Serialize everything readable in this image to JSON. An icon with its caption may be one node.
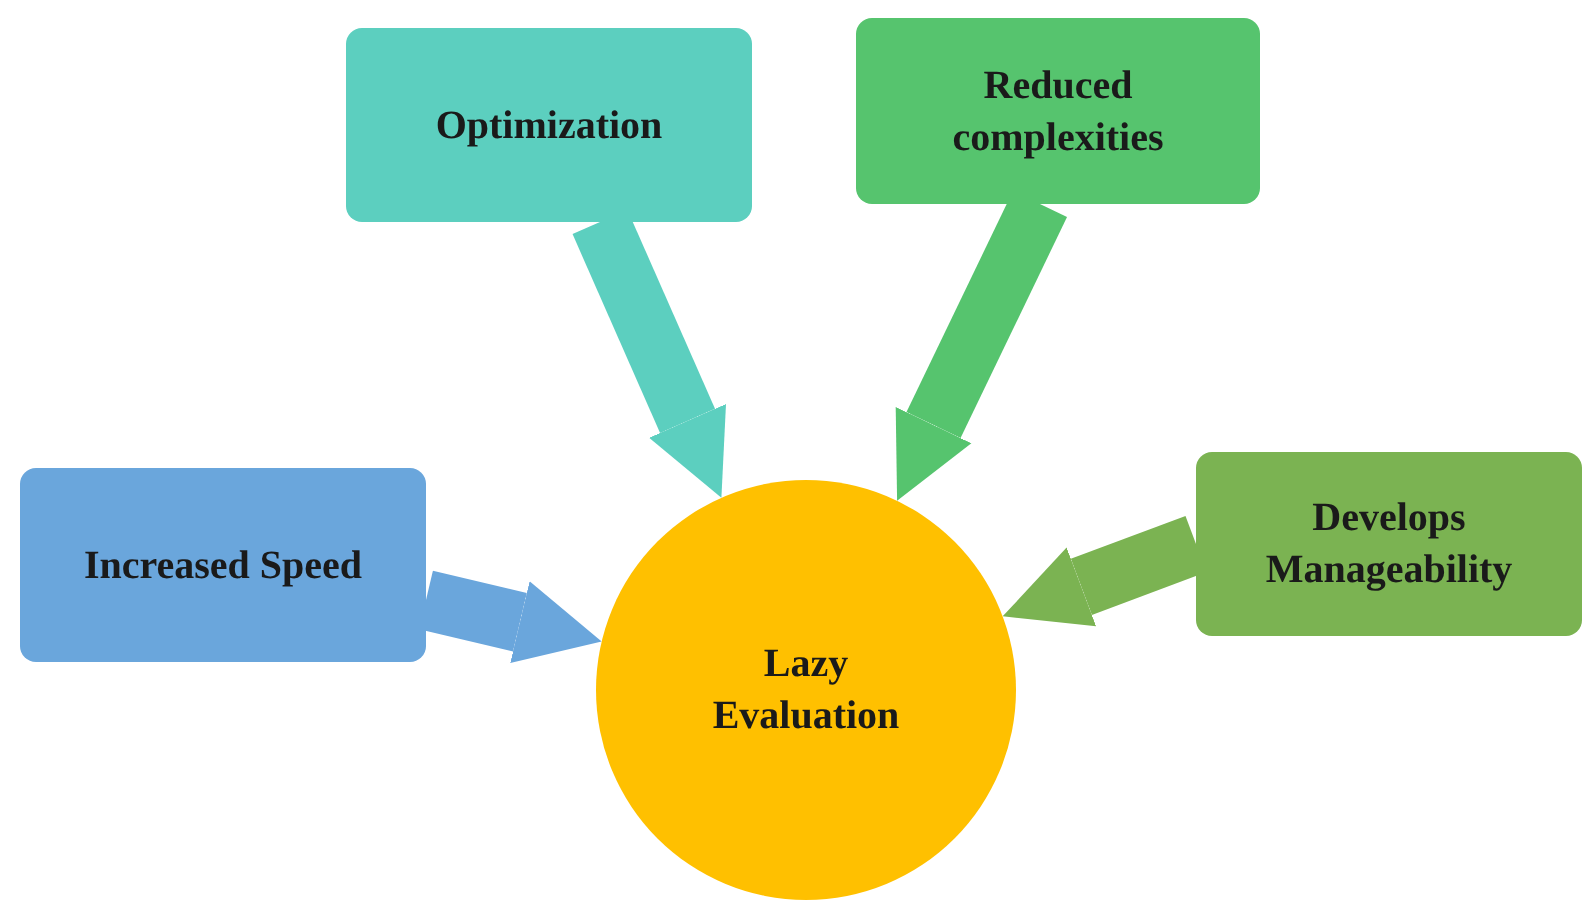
{
  "diagram": {
    "nodes": [
      {
        "text": [
          "Optimization"
        ]
      },
      {
        "text": [
          "Reduced complexities"
        ]
      },
      {
        "text": [
          "Increased Speed"
        ]
      },
      {
        "text": [
          "Develops Manageability"
        ]
      },
      {
        "text": [
          "Lazy Evaluation"
        ]
      }
    ],
    "edges": [
      {
        "from": 0,
        "to": 4,
        "arrow": "to",
        "color": "#5ccfbf"
      },
      {
        "from": 1,
        "to": 4,
        "arrow": "to",
        "color": "#56c46e"
      },
      {
        "from": 2,
        "to": 4,
        "arrow": "to",
        "color": "#6aa6dc"
      },
      {
        "from": 3,
        "to": 4,
        "arrow": "to",
        "color": "#7bb352"
      }
    ]
  }
}
